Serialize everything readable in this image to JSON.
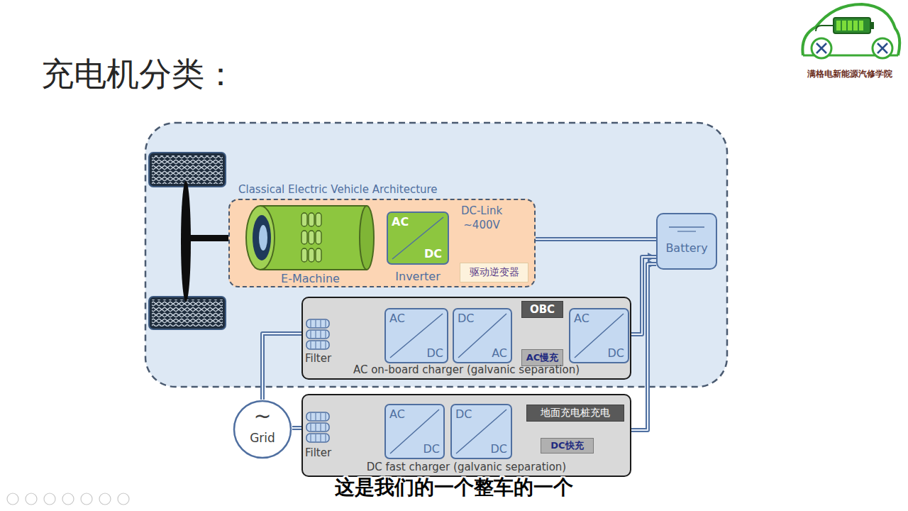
{
  "diagram": {
    "title": "充电机分类：",
    "caption": "这是我们的一个整车的一个",
    "nodes": [
      {
        "text": [
          "Classical Electric Vehicle Architecture"
        ]
      },
      {
        "text": [
          "E-Machine"
        ],
        "in": 0
      },
      {
        "text": [
          "AC",
          "DC",
          "Inverter"
        ],
        "in": 0
      },
      {
        "text": [
          "驱动逆变器"
        ],
        "in": 0
      },
      {
        "text": [
          "Battery"
        ]
      },
      {
        "text": [
          "AC on-board charger (galvanic separation)"
        ]
      },
      {
        "text": [
          "Filter"
        ],
        "in": 5
      },
      {
        "text": [
          "AC",
          "DC"
        ],
        "in": 5
      },
      {
        "text": [
          "DC",
          "AC"
        ],
        "in": 5
      },
      {
        "text": [
          "OBC"
        ],
        "in": 5
      },
      {
        "text": [
          "AC慢充"
        ],
        "in": 5
      },
      {
        "text": [
          "AC",
          "DC"
        ],
        "in": 5
      },
      {
        "text": [
          "DC fast charger (galvanic separation)"
        ]
      },
      {
        "text": [
          "Filter"
        ],
        "in": 12
      },
      {
        "text": [
          "AC",
          "DC"
        ],
        "in": 12
      },
      {
        "text": [
          "DC",
          "DC"
        ],
        "in": 12
      },
      {
        "text": [
          "地面充电桩充电"
        ],
        "in": 12
      },
      {
        "text": [
          "DC快充"
        ],
        "in": 12
      },
      {
        "text": [
          "~",
          "Grid"
        ]
      }
    ],
    "edges": [
      {
        "from": 1,
        "to": 2,
        "arrow": "none"
      },
      {
        "from": 2,
        "to": 4,
        "arrow": "none"
      },
      {
        "from": 18,
        "to": 6,
        "arrow": "none"
      },
      {
        "from": 18,
        "to": 13,
        "arrow": "none"
      },
      {
        "from": 6,
        "to": 7,
        "arrow": "none"
      },
      {
        "from": 7,
        "to": 8,
        "arrow": "none"
      },
      {
        "from": 8,
        "to": 11,
        "arrow": "none"
      },
      {
        "from": 11,
        "to": 4,
        "arrow": "to"
      },
      {
        "from": 13,
        "to": 14,
        "arrow": "none"
      },
      {
        "from": 14,
        "to": 15,
        "arrow": "none"
      },
      {
        "from": 15,
        "to": 4,
        "arrow": "to"
      }
    ],
    "labels": [
      "DC-Link ~400V",
      "满格电新能源汽修学院"
    ]
  }
}
